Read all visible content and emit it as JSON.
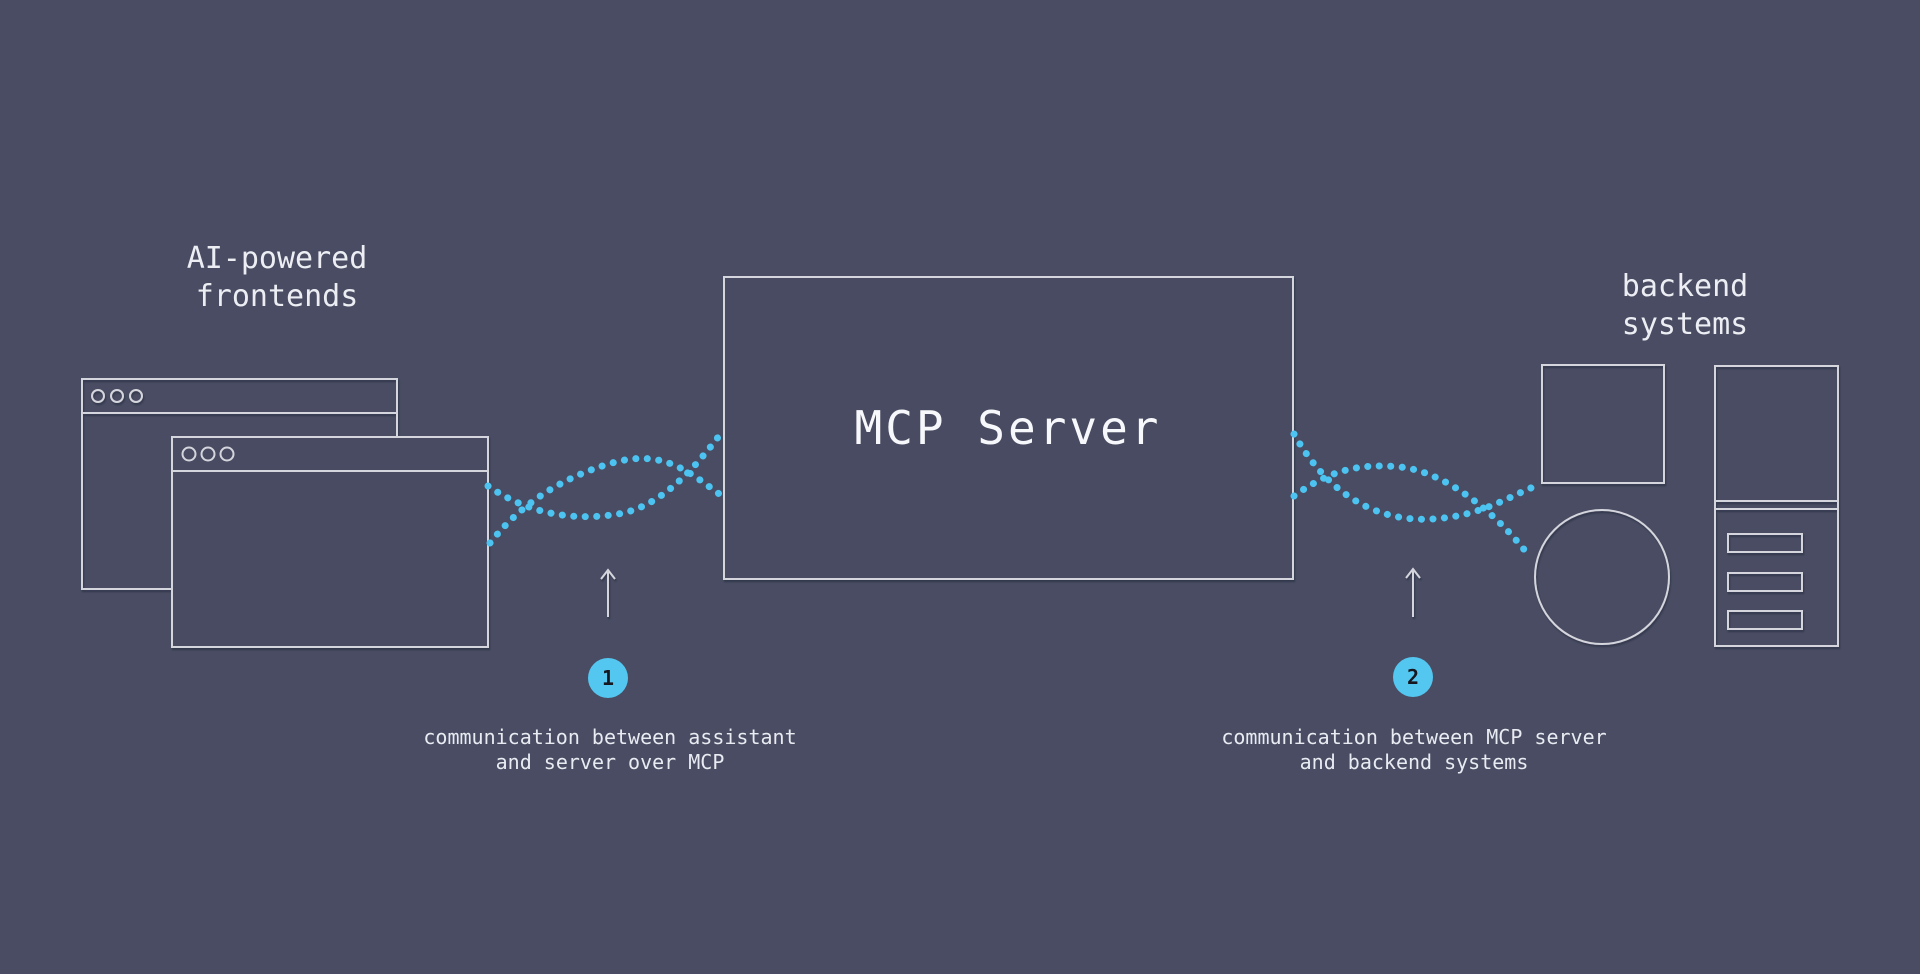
{
  "colors": {
    "background": "#494c62",
    "outline": "#d4d5dd",
    "accent": "#4cc3f0",
    "badge_fill": "#54c7f1",
    "badge_text": "#16171f",
    "text": "#eceef4"
  },
  "labels": {
    "frontends": "AI-powered\nfrontends",
    "backend": "backend systems",
    "mcp_server": "MCP Server"
  },
  "steps": [
    {
      "number": "1",
      "caption": "communication between assistant\nand server over MCP"
    },
    {
      "number": "2",
      "caption": "communication between MCP server\nand backend systems"
    }
  ],
  "icons": [
    "browser-window-icon",
    "browser-window-icon",
    "square-node-icon",
    "circle-node-icon",
    "server-rack-icon",
    "up-arrow-icon",
    "up-arrow-icon",
    "dotted-wave-connector",
    "dotted-wave-connector"
  ]
}
